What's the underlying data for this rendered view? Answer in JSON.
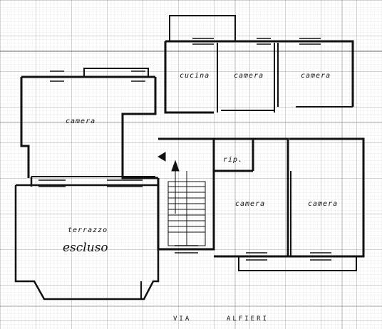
{
  "rooms": {
    "cucina": "cucina",
    "camera_top_mid": "camera",
    "camera_top_right": "camera",
    "camera_left": "camera",
    "ripostiglio": "rip.",
    "camera_low_mid": "camera",
    "camera_low_right": "camera",
    "terrazzo": "terrazzo"
  },
  "annotations": {
    "handwritten": "escluso"
  },
  "street": {
    "prefix": "VIA",
    "name": "ALFIERI"
  }
}
